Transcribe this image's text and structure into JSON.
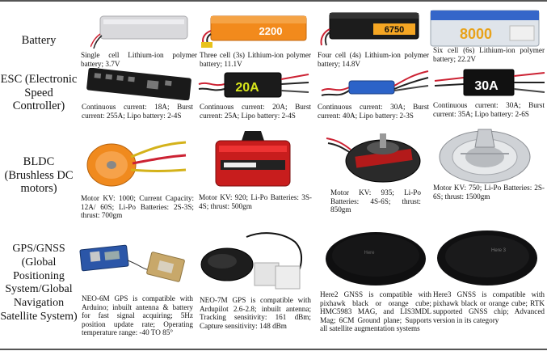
{
  "rows": [
    {
      "label": "Battery",
      "items": [
        {
          "caption": "Single cell Lithium-ion polymer battery; 3.7V"
        },
        {
          "caption": "Three cell (3s) Lithium-ion polymer battery; 11.1V",
          "img_text": "2200"
        },
        {
          "caption": "Four cell (4s) Lithium-ion polymer battery; 14.8V",
          "img_text": "6750"
        },
        {
          "caption": "Six cell (6s) Lithium-ion polymer battery; 22.2V",
          "img_text": "8000"
        }
      ]
    },
    {
      "label": "ESC (Electronic Speed Controller)",
      "items": [
        {
          "caption": "Continuous current: 18A; Burst current: 255A; Lipo battery: 2-4S"
        },
        {
          "caption": "Continuous current: 20A; Burst current: 25A; Lipo battery: 2-4S",
          "img_text": "20A"
        },
        {
          "caption": "Continuous current: 30A; Burst current: 40A; Lipo battery: 2-3S"
        },
        {
          "caption": "Continuous current: 30A; Burst current: 35A; Lipo battery: 2-6S",
          "img_text": "30A"
        }
      ]
    },
    {
      "label": "BLDC (Brushless DC motors)",
      "items": [
        {
          "caption": "Motor KV: 1000; Current Capacity: 12A/ 60S; Li-Po Batteries: 2S-3S; thrust: 700gm"
        },
        {
          "caption": "Motor KV: 920; Li-Po Batteries: 3S-4S; thrust: 500gm"
        },
        {
          "caption": "Motor KV: 935; Li-Po Batteries: 4S-6S; thrust: 850gm"
        },
        {
          "caption": "Motor KV: 750; Li-Po Batteries: 2S-6S; thrust: 1500gm"
        }
      ]
    },
    {
      "label": "GPS/GNSS (Global Positioning System/Global Navigation Satellite System)",
      "items": [
        {
          "caption": "NEO-6M GPS is compatible with Arduino; inbuilt antenna & battery for fast signal acquiring; 5Hz position update rate; Operating temperature range: -40 TO 85°"
        },
        {
          "caption": "NEO-7M GPS is compatible with Ardupilot 2.6-2.8; inbuilt antenna; Tracking sensitivity: 161 dBm; Capture sensitivity: 148 dBm"
        },
        {
          "caption": "Here2 GNSS is compatible with pixhawk black or orange cube; HMC5983 MAG, and LIS3MDL Mag; 6CM Ground plane; Supports all satellite augmentation systems",
          "img_text": "Here"
        },
        {
          "caption": "Here3 GNSS is compatible with pixhawk black or orange cube; RTK supported GNSS chip; Advanced version in its category",
          "img_text": "Here 3"
        }
      ]
    }
  ]
}
